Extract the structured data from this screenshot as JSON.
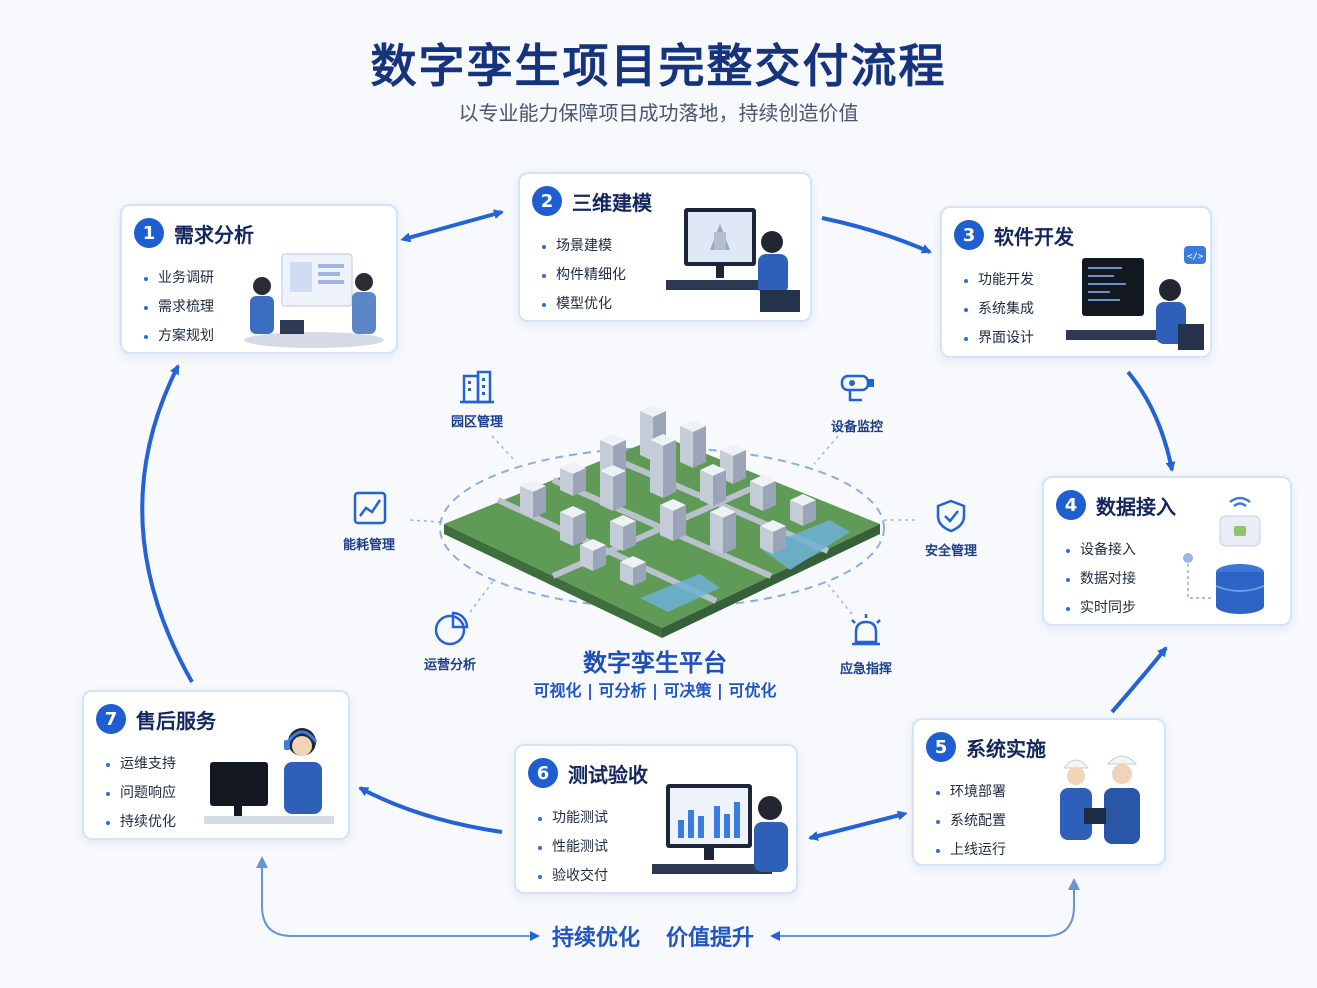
{
  "header": {
    "title": "数字孪生项目完整交付流程",
    "subtitle": "以专业能力保障项目成功落地，持续创造价值"
  },
  "steps": [
    {
      "number": "1",
      "title": "需求分析",
      "items": [
        "业务调研",
        "需求梳理",
        "方案规划"
      ]
    },
    {
      "number": "2",
      "title": "三维建模",
      "items": [
        "场景建模",
        "构件精细化",
        "模型优化"
      ]
    },
    {
      "number": "3",
      "title": "软件开发",
      "items": [
        "功能开发",
        "系统集成",
        "界面设计"
      ]
    },
    {
      "number": "4",
      "title": "数据接入",
      "items": [
        "设备接入",
        "数据对接",
        "实时同步"
      ]
    },
    {
      "number": "5",
      "title": "系统实施",
      "items": [
        "环境部署",
        "系统配置",
        "上线运行"
      ]
    },
    {
      "number": "6",
      "title": "测试验收",
      "items": [
        "功能测试",
        "性能测试",
        "验收交付"
      ]
    },
    {
      "number": "7",
      "title": "售后服务",
      "items": [
        "运维支持",
        "问题响应",
        "持续优化"
      ]
    }
  ],
  "platform": {
    "title": "数字孪生平台",
    "subtitle": "可视化 | 可分析 | 可决策 | 可优化",
    "modules": [
      {
        "label": "园区管理",
        "icon": "building-icon"
      },
      {
        "label": "设备监控",
        "icon": "camera-icon"
      },
      {
        "label": "能耗管理",
        "icon": "chart-icon"
      },
      {
        "label": "安全管理",
        "icon": "shield-icon"
      },
      {
        "label": "运营分析",
        "icon": "pie-chart-icon"
      },
      {
        "label": "应急指挥",
        "icon": "alarm-bell-icon"
      }
    ]
  },
  "footer": {
    "left": "持续优化",
    "right": "价值提升"
  },
  "colors": {
    "primary": "#1f5ed1",
    "title": "#16347e",
    "arrow": "#2463d6",
    "card_border": "#d7e2f5"
  }
}
